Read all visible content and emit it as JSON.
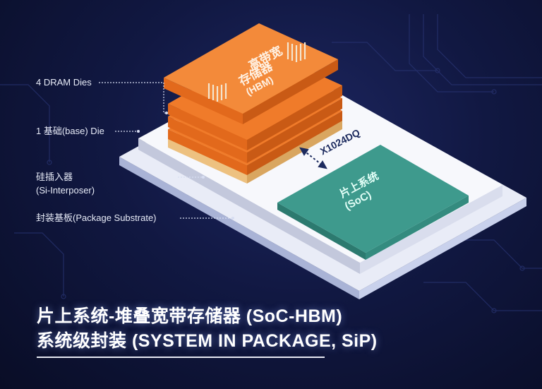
{
  "stack_labels": {
    "hbm_cn": "高带宽",
    "hbm_cn2": "存储器",
    "hbm_en": "(HBM)"
  },
  "soc_labels": {
    "soc_cn": "片上系统",
    "soc_en": "(SoC)"
  },
  "bus_label": "X1024DQ",
  "callouts": {
    "dram": "4 DRAM Dies",
    "base": "1 基础(base) Die",
    "interposer_cn": "硅插入器",
    "interposer_en": "(Si-Interposer)",
    "substrate": "封装基板(Package Substrate)"
  },
  "caption": {
    "line1": "片上系统-堆叠宽带存储器 (SoC-HBM)",
    "line2": "系统级封装 (SYSTEM IN PACKAGE, SiP)"
  },
  "colors": {
    "dram_die": "#f07b2a",
    "base_die": "#e8b873",
    "soc": "#3e9a8d",
    "background": "#111842"
  }
}
